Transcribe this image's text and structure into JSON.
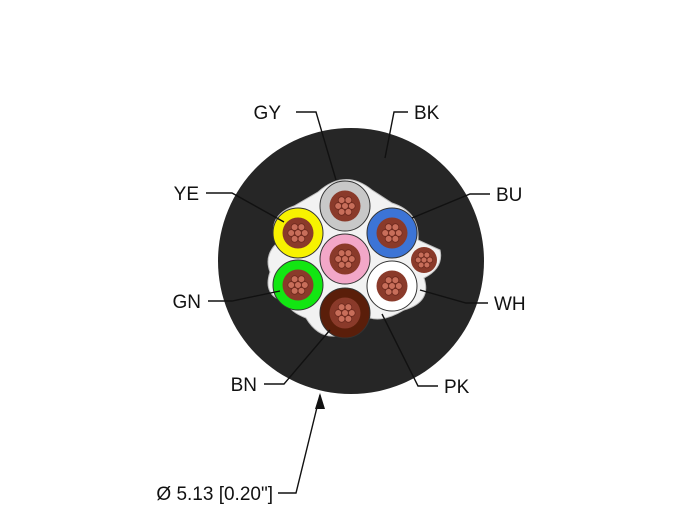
{
  "wire_labels": {
    "gy": "GY",
    "bk": "BK",
    "ye": "YE",
    "bu": "BU",
    "gn": "GN",
    "wh": "WH",
    "bn": "BN",
    "pk": "PK"
  },
  "diameter_label": "Ø 5.13 [0.20\"]",
  "colors": {
    "jacket": "#262626",
    "filler": "#f2f2f2",
    "strand": "#c86e5a",
    "strand_outline": "#6e2a1e",
    "gray": "#c8c8c8",
    "blue": "#3c74d6",
    "yellow": "#f7f200",
    "pink": "#f2a7c8",
    "white": "#ffffff",
    "green": "#12e612",
    "brown": "#5a1e0a"
  }
}
